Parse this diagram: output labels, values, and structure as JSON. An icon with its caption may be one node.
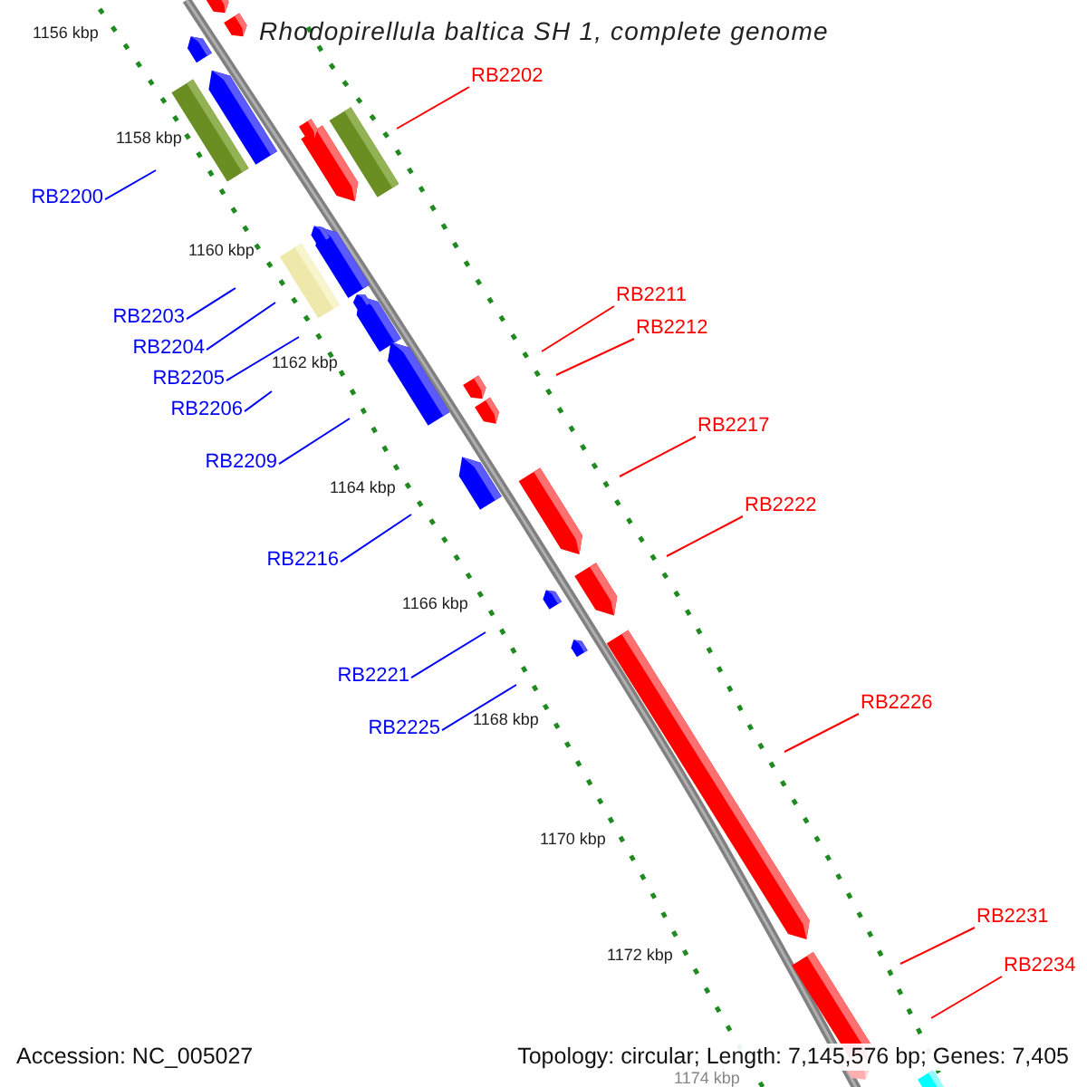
{
  "diagram": {
    "title": "Rhodopirellula baltica SH 1, complete genome",
    "nodes": [
      {
        "text": [
          "RB2202"
        ]
      },
      {
        "text": [
          "RB2200"
        ]
      },
      {
        "text": [
          "RB2211"
        ]
      },
      {
        "text": [
          "RB2203"
        ]
      },
      {
        "text": [
          "RB2212"
        ]
      },
      {
        "text": [
          "RB2204"
        ]
      },
      {
        "text": [
          "RB2205"
        ]
      },
      {
        "text": [
          "RB2206"
        ]
      },
      {
        "text": [
          "RB2217"
        ]
      },
      {
        "text": [
          "RB2209"
        ]
      },
      {
        "text": [
          "RB2222"
        ]
      },
      {
        "text": [
          "RB2216"
        ]
      },
      {
        "text": [
          "RB2221"
        ]
      },
      {
        "text": [
          "RB2226"
        ]
      },
      {
        "text": [
          "RB2225"
        ]
      },
      {
        "text": [
          "RB2231"
        ]
      },
      {
        "text": [
          "RB2234"
        ]
      }
    ],
    "edges": [
      {
        "from": 0,
        "to": null,
        "arrow": "none",
        "color": "#ff0000"
      },
      {
        "from": 1,
        "to": null,
        "arrow": "none"
      },
      {
        "from": 2,
        "to": null,
        "arrow": "none",
        "color": "#ff0000"
      },
      {
        "from": 3,
        "to": null,
        "arrow": "none"
      },
      {
        "from": 4,
        "to": null,
        "arrow": "none",
        "color": "#ff0000"
      },
      {
        "from": 5,
        "to": null,
        "arrow": "none"
      },
      {
        "from": 6,
        "to": null,
        "arrow": "none"
      },
      {
        "from": 7,
        "to": null,
        "arrow": "none"
      },
      {
        "from": 8,
        "to": null,
        "arrow": "none",
        "color": "#ff0000"
      },
      {
        "from": 9,
        "to": null,
        "arrow": "none"
      },
      {
        "from": 10,
        "to": null,
        "arrow": "none",
        "color": "#ff0000"
      },
      {
        "from": 11,
        "to": null,
        "arrow": "none"
      },
      {
        "from": 12,
        "to": null,
        "arrow": "none"
      },
      {
        "from": 13,
        "to": null,
        "arrow": "none",
        "color": "#ff0000"
      },
      {
        "from": 14,
        "to": null,
        "arrow": "none"
      },
      {
        "from": 15,
        "to": null,
        "arrow": "none",
        "color": "#ff0000"
      },
      {
        "from": 16,
        "to": null,
        "arrow": "none",
        "color": "#ff0000"
      }
    ],
    "labels": [
      "1156 kbp",
      "1158 kbp",
      "1160 kbp",
      "1162 kbp",
      "1164 kbp",
      "1166 kbp",
      "1168 kbp",
      "1170 kbp",
      "1172 kbp",
      "Accession: NC_005027",
      "Topology: circular; Length: 7,145,576 bp; Genes: 7,405",
      "1174 kbp"
    ]
  }
}
